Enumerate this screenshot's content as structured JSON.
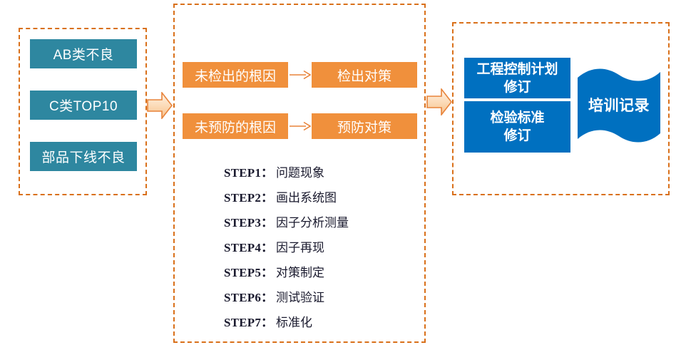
{
  "diagram": {
    "colors": {
      "panel_border": "#D9701A",
      "teal": "#2e87a0",
      "orange": "#F0903C",
      "blue": "#0070C0",
      "arrow_outline": "#E8833A",
      "background": "#FFFFFF"
    },
    "left_panel": {
      "items": [
        {
          "label": "AB类不良"
        },
        {
          "label": "C类TOP10"
        },
        {
          "label": "部品下线不良"
        }
      ]
    },
    "middle_panel": {
      "rows": [
        {
          "cause": "未检出的根因",
          "action": "检出对策",
          "arrow": "right-arrow-icon"
        },
        {
          "cause": "未预防的根因",
          "action": "预防对策",
          "arrow": "right-arrow-icon"
        }
      ],
      "steps": [
        {
          "key": "STEP1",
          "sep": "：",
          "value": "问题现象"
        },
        {
          "key": "STEP2",
          "sep": "：",
          "value": "画出系统图"
        },
        {
          "key": "STEP3",
          "sep": "：",
          "value": "因子分析测量"
        },
        {
          "key": "STEP4",
          "sep": "：",
          "value": "因子再现"
        },
        {
          "key": "STEP5",
          "sep": "：",
          "value": "对策制定"
        },
        {
          "key": "STEP6",
          "sep": "：",
          "value": "测试验证"
        },
        {
          "key": "STEP7",
          "sep": "：",
          "value": "标准化"
        }
      ]
    },
    "right_panel": {
      "boxes": [
        {
          "line1": "工程控制计划",
          "line2": "修订"
        },
        {
          "line1": "检验标准",
          "line2": "修订"
        }
      ],
      "banner": {
        "label": "培训记录"
      }
    },
    "connectors": [
      {
        "name": "block-arrow-left-to-middle"
      },
      {
        "name": "block-arrow-middle-to-right"
      }
    ]
  }
}
